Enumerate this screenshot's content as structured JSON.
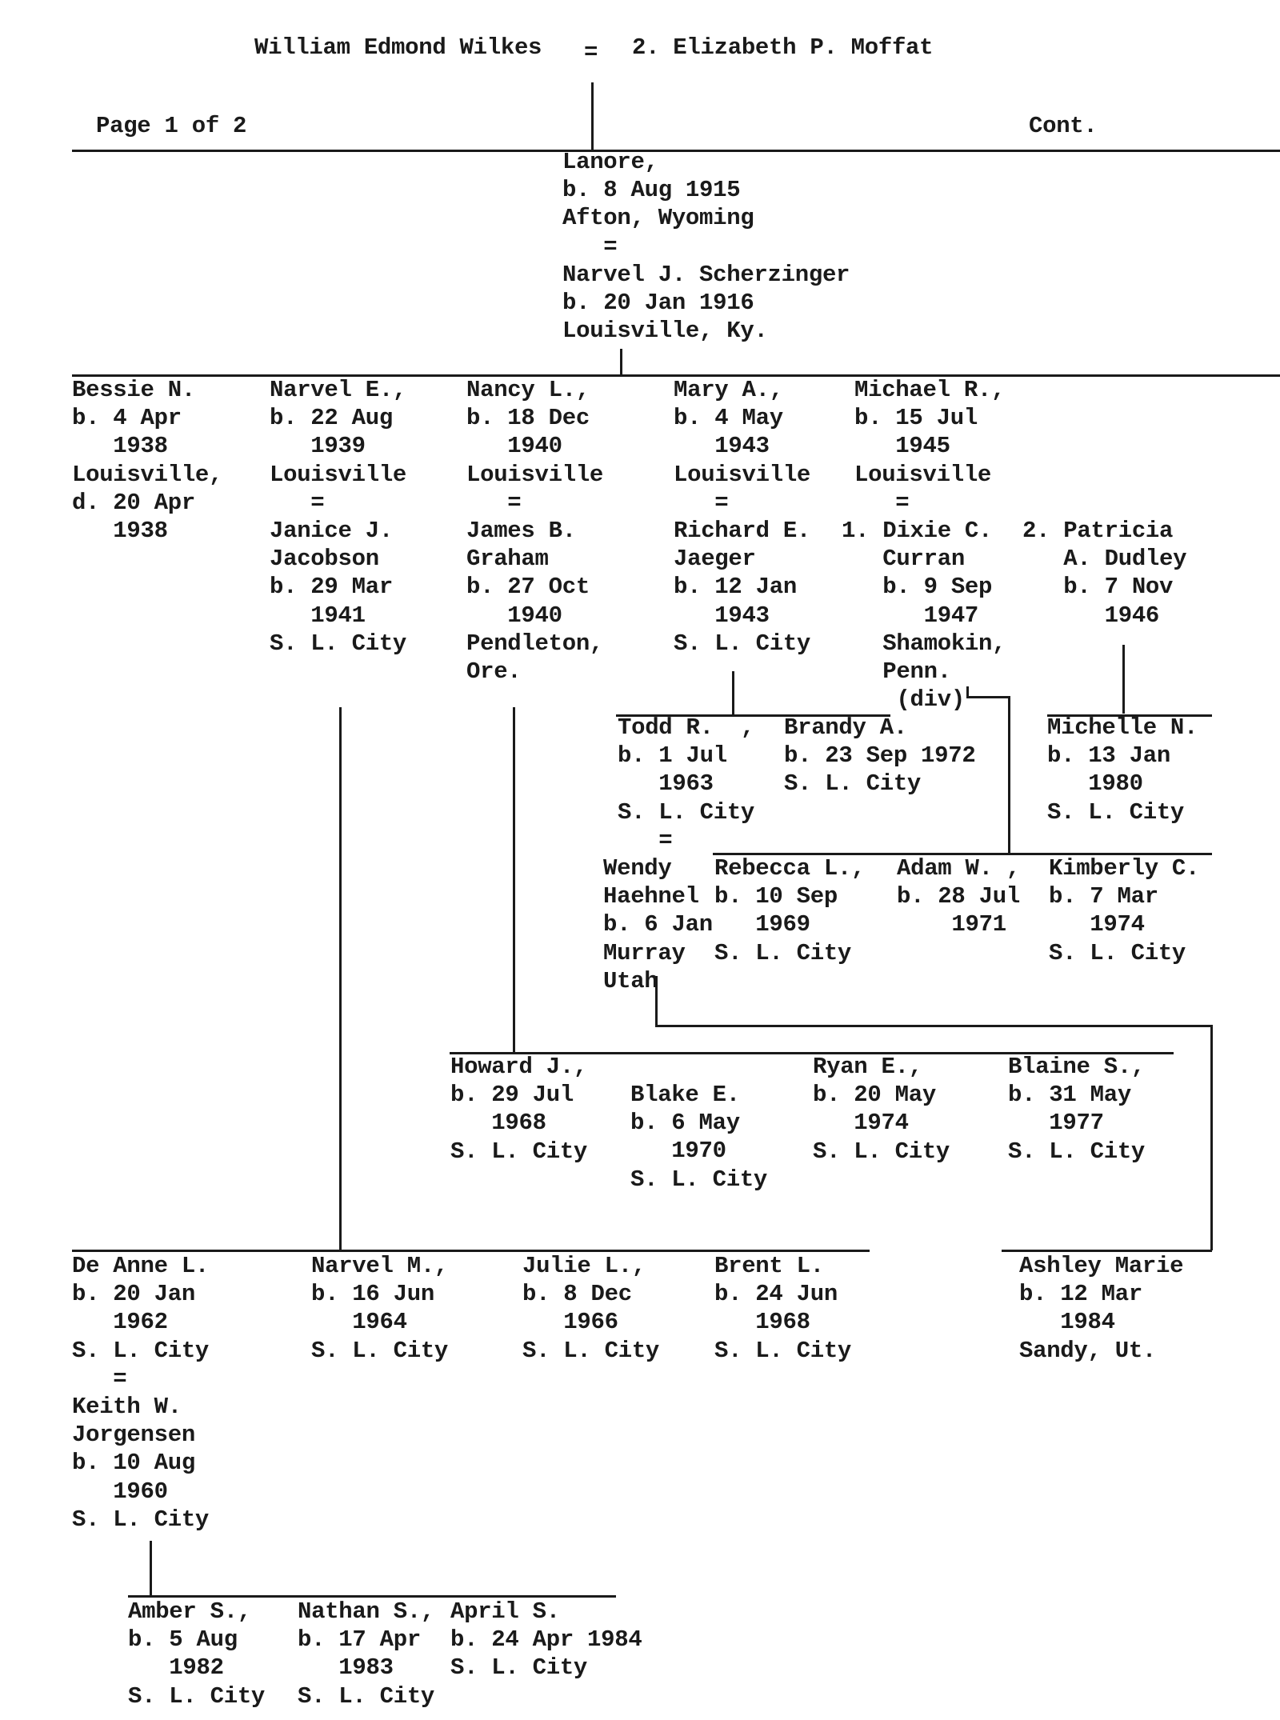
{
  "header": {
    "husband": "William Edmond Wilkes",
    "equals": "=",
    "wife": "2. Elizabeth P. Moffat",
    "page": "Page 1 of 2",
    "cont": "Cont."
  },
  "blocks": {
    "lanore": [
      "Lanore,",
      "b. 8 Aug 1915",
      "Afton, Wyoming",
      "   =",
      "Narvel J. Scherzinger",
      "b. 20 Jan 1916",
      "Louisville, Ky."
    ],
    "bessie": [
      "Bessie N.",
      "b. 4 Apr",
      "   1938",
      "Louisville,",
      "d. 20 Apr",
      "   1938"
    ],
    "narvel_e": [
      "Narvel E.,",
      "b. 22 Aug",
      "   1939",
      "Louisville",
      "   =",
      "Janice J.",
      "Jacobson",
      "b. 29 Mar",
      "   1941",
      "S. L. City"
    ],
    "nancy": [
      "Nancy L.,",
      "b. 18 Dec",
      "   1940",
      "Louisville",
      "   =",
      "James B.",
      "Graham",
      "b. 27 Oct",
      "   1940",
      "Pendleton,",
      "Ore."
    ],
    "mary": [
      "Mary A.,",
      "b. 4 May",
      "   1943",
      "Louisville",
      "   =",
      "Richard E.",
      "Jaeger",
      "b. 12 Jan",
      "   1943",
      "S. L. City"
    ],
    "michael": [
      "Michael R.,",
      "b. 15 Jul",
      "   1945",
      "Louisville",
      "   ="
    ],
    "dixie": [
      "1. Dixie C.",
      "   Curran",
      "   b. 9 Sep",
      "      1947",
      "   Shamokin,",
      "   Penn.",
      "    (div)"
    ],
    "patricia": [
      "2. Patricia",
      "   A. Dudley",
      "   b. 7 Nov",
      "      1946"
    ],
    "todd": [
      "Todd R.  ,",
      "b. 1 Jul",
      "   1963",
      "S. L. City",
      "   ="
    ],
    "wendy": [
      "Wendy",
      "Haehnel",
      "b. 6 Jan",
      "Murray",
      "Utah"
    ],
    "brandy": [
      "Brandy A.",
      "b. 23 Sep 1972",
      "S. L. City"
    ],
    "michelle": [
      "Michelle N.",
      "b. 13 Jan",
      "   1980",
      "S. L. City"
    ],
    "rebecca": [
      "Rebecca L.,",
      "b. 10 Sep",
      "   1969",
      "S. L. City"
    ],
    "adam": [
      "Adam W. ,",
      "b. 28 Jul",
      "    1971"
    ],
    "kimberly": [
      "Kimberly C.",
      "b. 7 Mar",
      "   1974",
      "S. L. City"
    ],
    "howard": [
      "Howard J.,",
      "b. 29 Jul",
      "   1968",
      "S. L. City"
    ],
    "blake": [
      "Blake E.",
      "b. 6 May",
      "   1970",
      "S. L. City"
    ],
    "ryan": [
      "Ryan E.,",
      "b. 20 May",
      "   1974",
      "S. L. City"
    ],
    "blaine": [
      "Blaine S.,",
      "b. 31 May",
      "   1977",
      "S. L. City"
    ],
    "deanne": [
      "De Anne L.",
      "b. 20 Jan",
      "   1962",
      "S. L. City",
      "   =",
      "Keith W.",
      "Jorgensen",
      "b. 10 Aug",
      "   1960",
      "S. L. City"
    ],
    "narvel_m": [
      "Narvel M.,",
      "b. 16 Jun",
      "   1964",
      "S. L. City"
    ],
    "julie": [
      "Julie L.,",
      "b. 8 Dec",
      "   1966",
      "S. L. City"
    ],
    "brent": [
      "Brent L.",
      "b. 24 Jun",
      "   1968",
      "S. L. City"
    ],
    "ashley": [
      "Ashley Marie",
      "b. 12 Mar",
      "   1984",
      "Sandy, Ut."
    ],
    "amber": [
      "Amber S.,",
      "b. 5 Aug",
      "   1982",
      "S. L. City"
    ],
    "nathan": [
      "Nathan S.,",
      "b. 17 Apr",
      "   1983",
      "S. L. City"
    ],
    "april": [
      "April S.",
      "b. 24 Apr 1984",
      "S. L. City"
    ]
  }
}
